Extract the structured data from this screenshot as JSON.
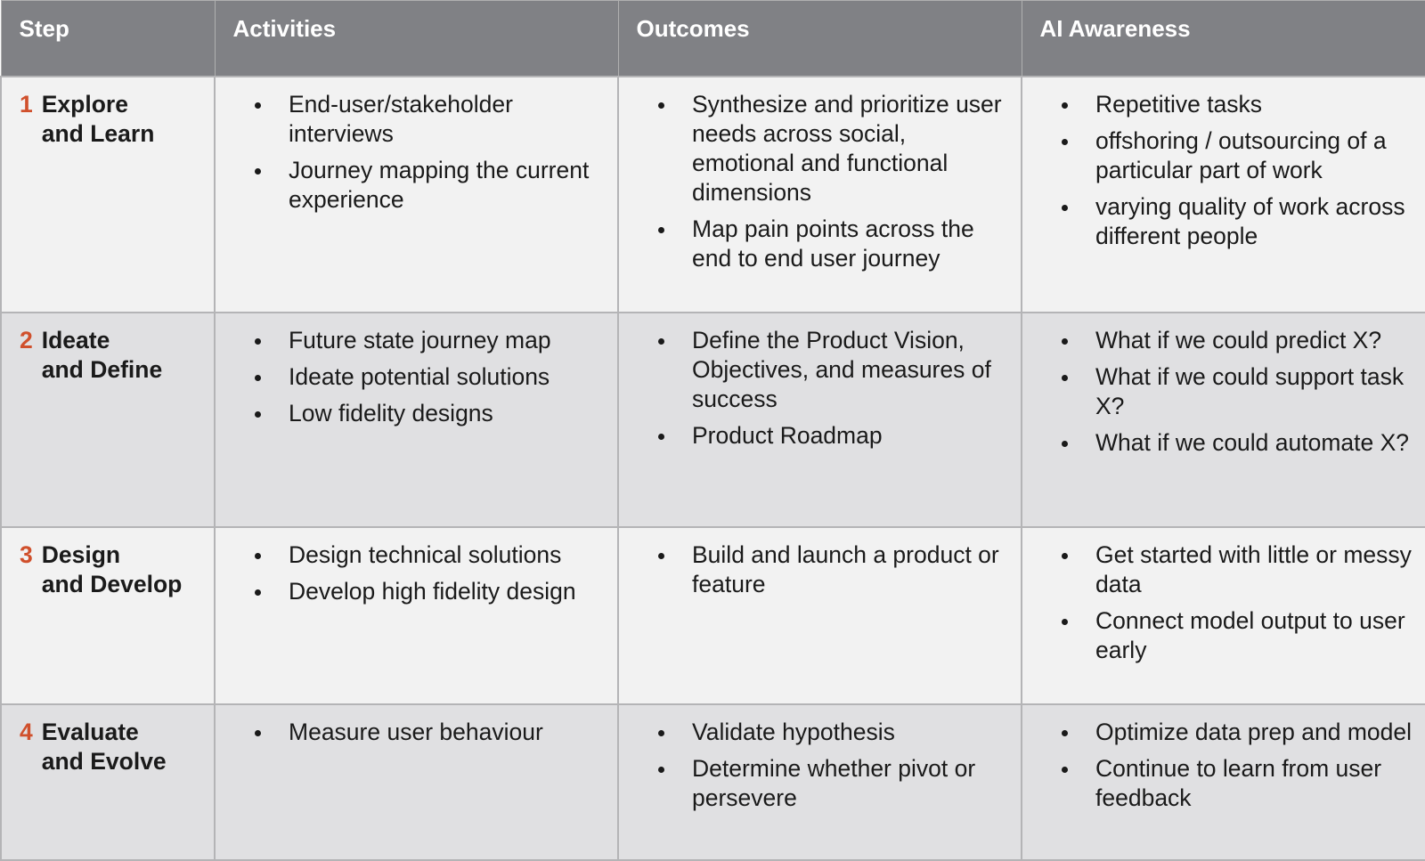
{
  "headers": [
    "Step",
    "Activities",
    "Outcomes",
    "AI Awareness"
  ],
  "accent_color": "#d0502c",
  "header_color": "#808185",
  "rows": [
    {
      "num": "1",
      "step_line1": "Explore",
      "step_line2": "and Learn",
      "activities": [
        "End-user/stakeholder interviews",
        "Journey mapping the current experience"
      ],
      "outcomes": [
        "Synthesize and prioritize user needs across social, emotional and functional dimensions",
        "Map pain points across the end to end user journey"
      ],
      "ai": [
        "Repetitive tasks",
        "offshoring / outsourcing of a particular part of work",
        "varying quality of work across different people"
      ]
    },
    {
      "num": "2",
      "step_line1": "Ideate",
      "step_line2": "and Define",
      "activities": [
        "Future state journey map",
        "Ideate potential solutions",
        "Low fidelity designs"
      ],
      "outcomes": [
        "Define the Product Vision, Objectives, and measures of success",
        "Product Roadmap"
      ],
      "ai": [
        "What if we could predict X?",
        "What if we could support task X?",
        "What if we could automate X?"
      ]
    },
    {
      "num": "3",
      "step_line1": "Design",
      "step_line2": "and Develop",
      "activities": [
        "Design technical solutions",
        "Develop high fidelity design"
      ],
      "outcomes": [
        "Build and launch a product or feature"
      ],
      "ai": [
        "Get started with little or messy data",
        "Connect model output to user early"
      ]
    },
    {
      "num": "4",
      "step_line1": "Evaluate",
      "step_line2": "and Evolve",
      "activities": [
        "Measure user behaviour"
      ],
      "outcomes": [
        "Validate hypothesis",
        "Determine whether  pivot or persevere"
      ],
      "ai": [
        "Optimize data prep and model",
        "Continue to learn from user feedback"
      ]
    }
  ]
}
